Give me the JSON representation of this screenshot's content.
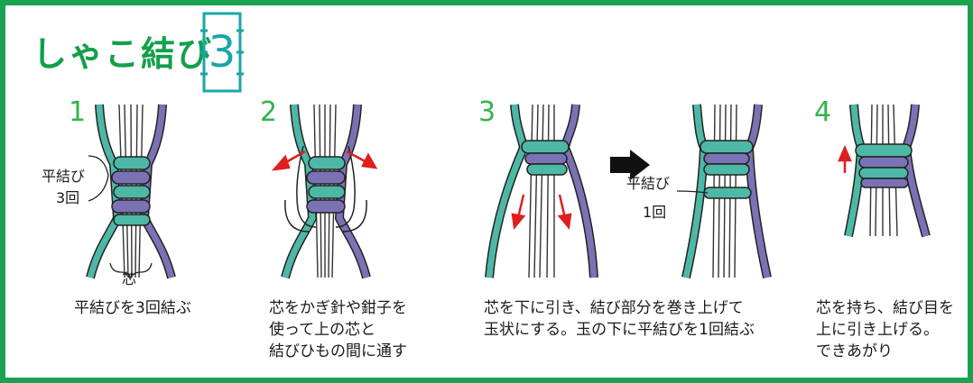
{
  "title": "しゃこ結び",
  "badge": "3",
  "colors": {
    "frame": "#1aa24f",
    "title": "#12a04a",
    "badge": "#1aa6a8",
    "step_number": "#31b44a",
    "cord_teal": "#4db8a6",
    "cord_purple": "#7b72b6",
    "arrow": "#e01e1e"
  },
  "steps": [
    {
      "number": "1",
      "labels": {
        "knot": "平結び",
        "count": "3回",
        "core": "芯"
      },
      "caption": [
        "平結びを3回結ぶ"
      ]
    },
    {
      "number": "2",
      "caption": [
        "芯をかぎ針や鉗子を",
        "使って上の芯と",
        "結びひもの間に通す"
      ]
    },
    {
      "number": "3",
      "labels": {
        "knot": "平結び",
        "count": "1回"
      },
      "caption": [
        "芯を下に引き、結び部分を巻き上げて",
        "玉状にする。玉の下に平結びを1回結ぶ"
      ]
    },
    {
      "number": "4",
      "caption": [
        "芯を持ち、結び目を",
        "上に引き上げる。",
        "できあがり"
      ]
    }
  ]
}
